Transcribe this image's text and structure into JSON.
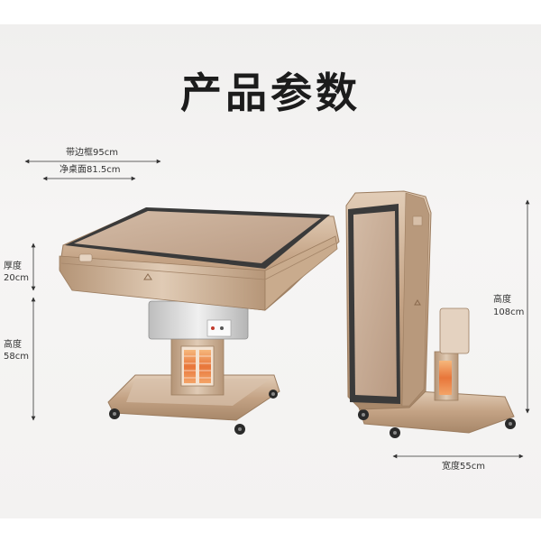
{
  "title": "产品参数",
  "dimensions": {
    "frame_width": "带边框95cm",
    "table_width": "净桌面81.5cm",
    "thickness_label": "厚度",
    "thickness_value": "20cm",
    "height_label": "高度",
    "height_value": "58cm",
    "folded_height_label": "高度",
    "folded_height_value": "108cm",
    "folded_width": "宽度55cm"
  },
  "colors": {
    "background": "#f3f2f1",
    "champagne_gold": "#c9a889",
    "table_top": "#c8ad96",
    "heater_glow": "#e8763a"
  }
}
